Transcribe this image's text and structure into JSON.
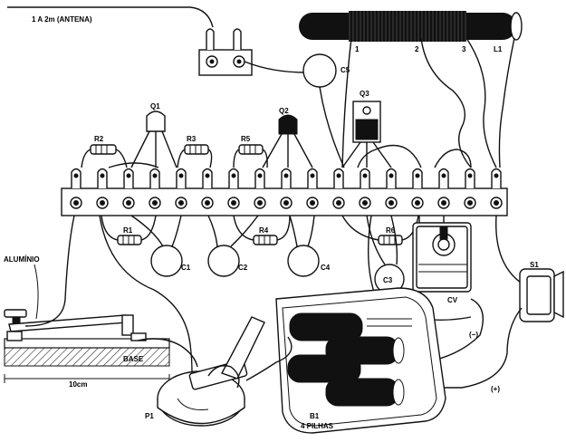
{
  "labels": {
    "antenna": "1 A 2m (ANTENA)",
    "c5": "C5",
    "q1": "Q1",
    "q2": "Q2",
    "q3": "Q3",
    "l1": "L1",
    "coil_tap_1": "1",
    "coil_tap_2": "2",
    "coil_tap_3": "3",
    "r1": "R1",
    "r2": "R2",
    "r3": "R3",
    "r4": "R4",
    "r5": "R5",
    "r6": "R6",
    "c1": "C1",
    "c2": "C2",
    "c3": "C3",
    "c4": "C4",
    "cv": "CV",
    "s1": "S1",
    "aluminio": "ALUMÍNIO",
    "base": "BASE",
    "dimension": "10cm",
    "p1": "P1",
    "b1": "B1",
    "b1_note": "4 PILHAS",
    "minus": "(−)",
    "plus": "(+)"
  },
  "colors": {
    "ink": "#111111",
    "paper": "#ffffff"
  }
}
